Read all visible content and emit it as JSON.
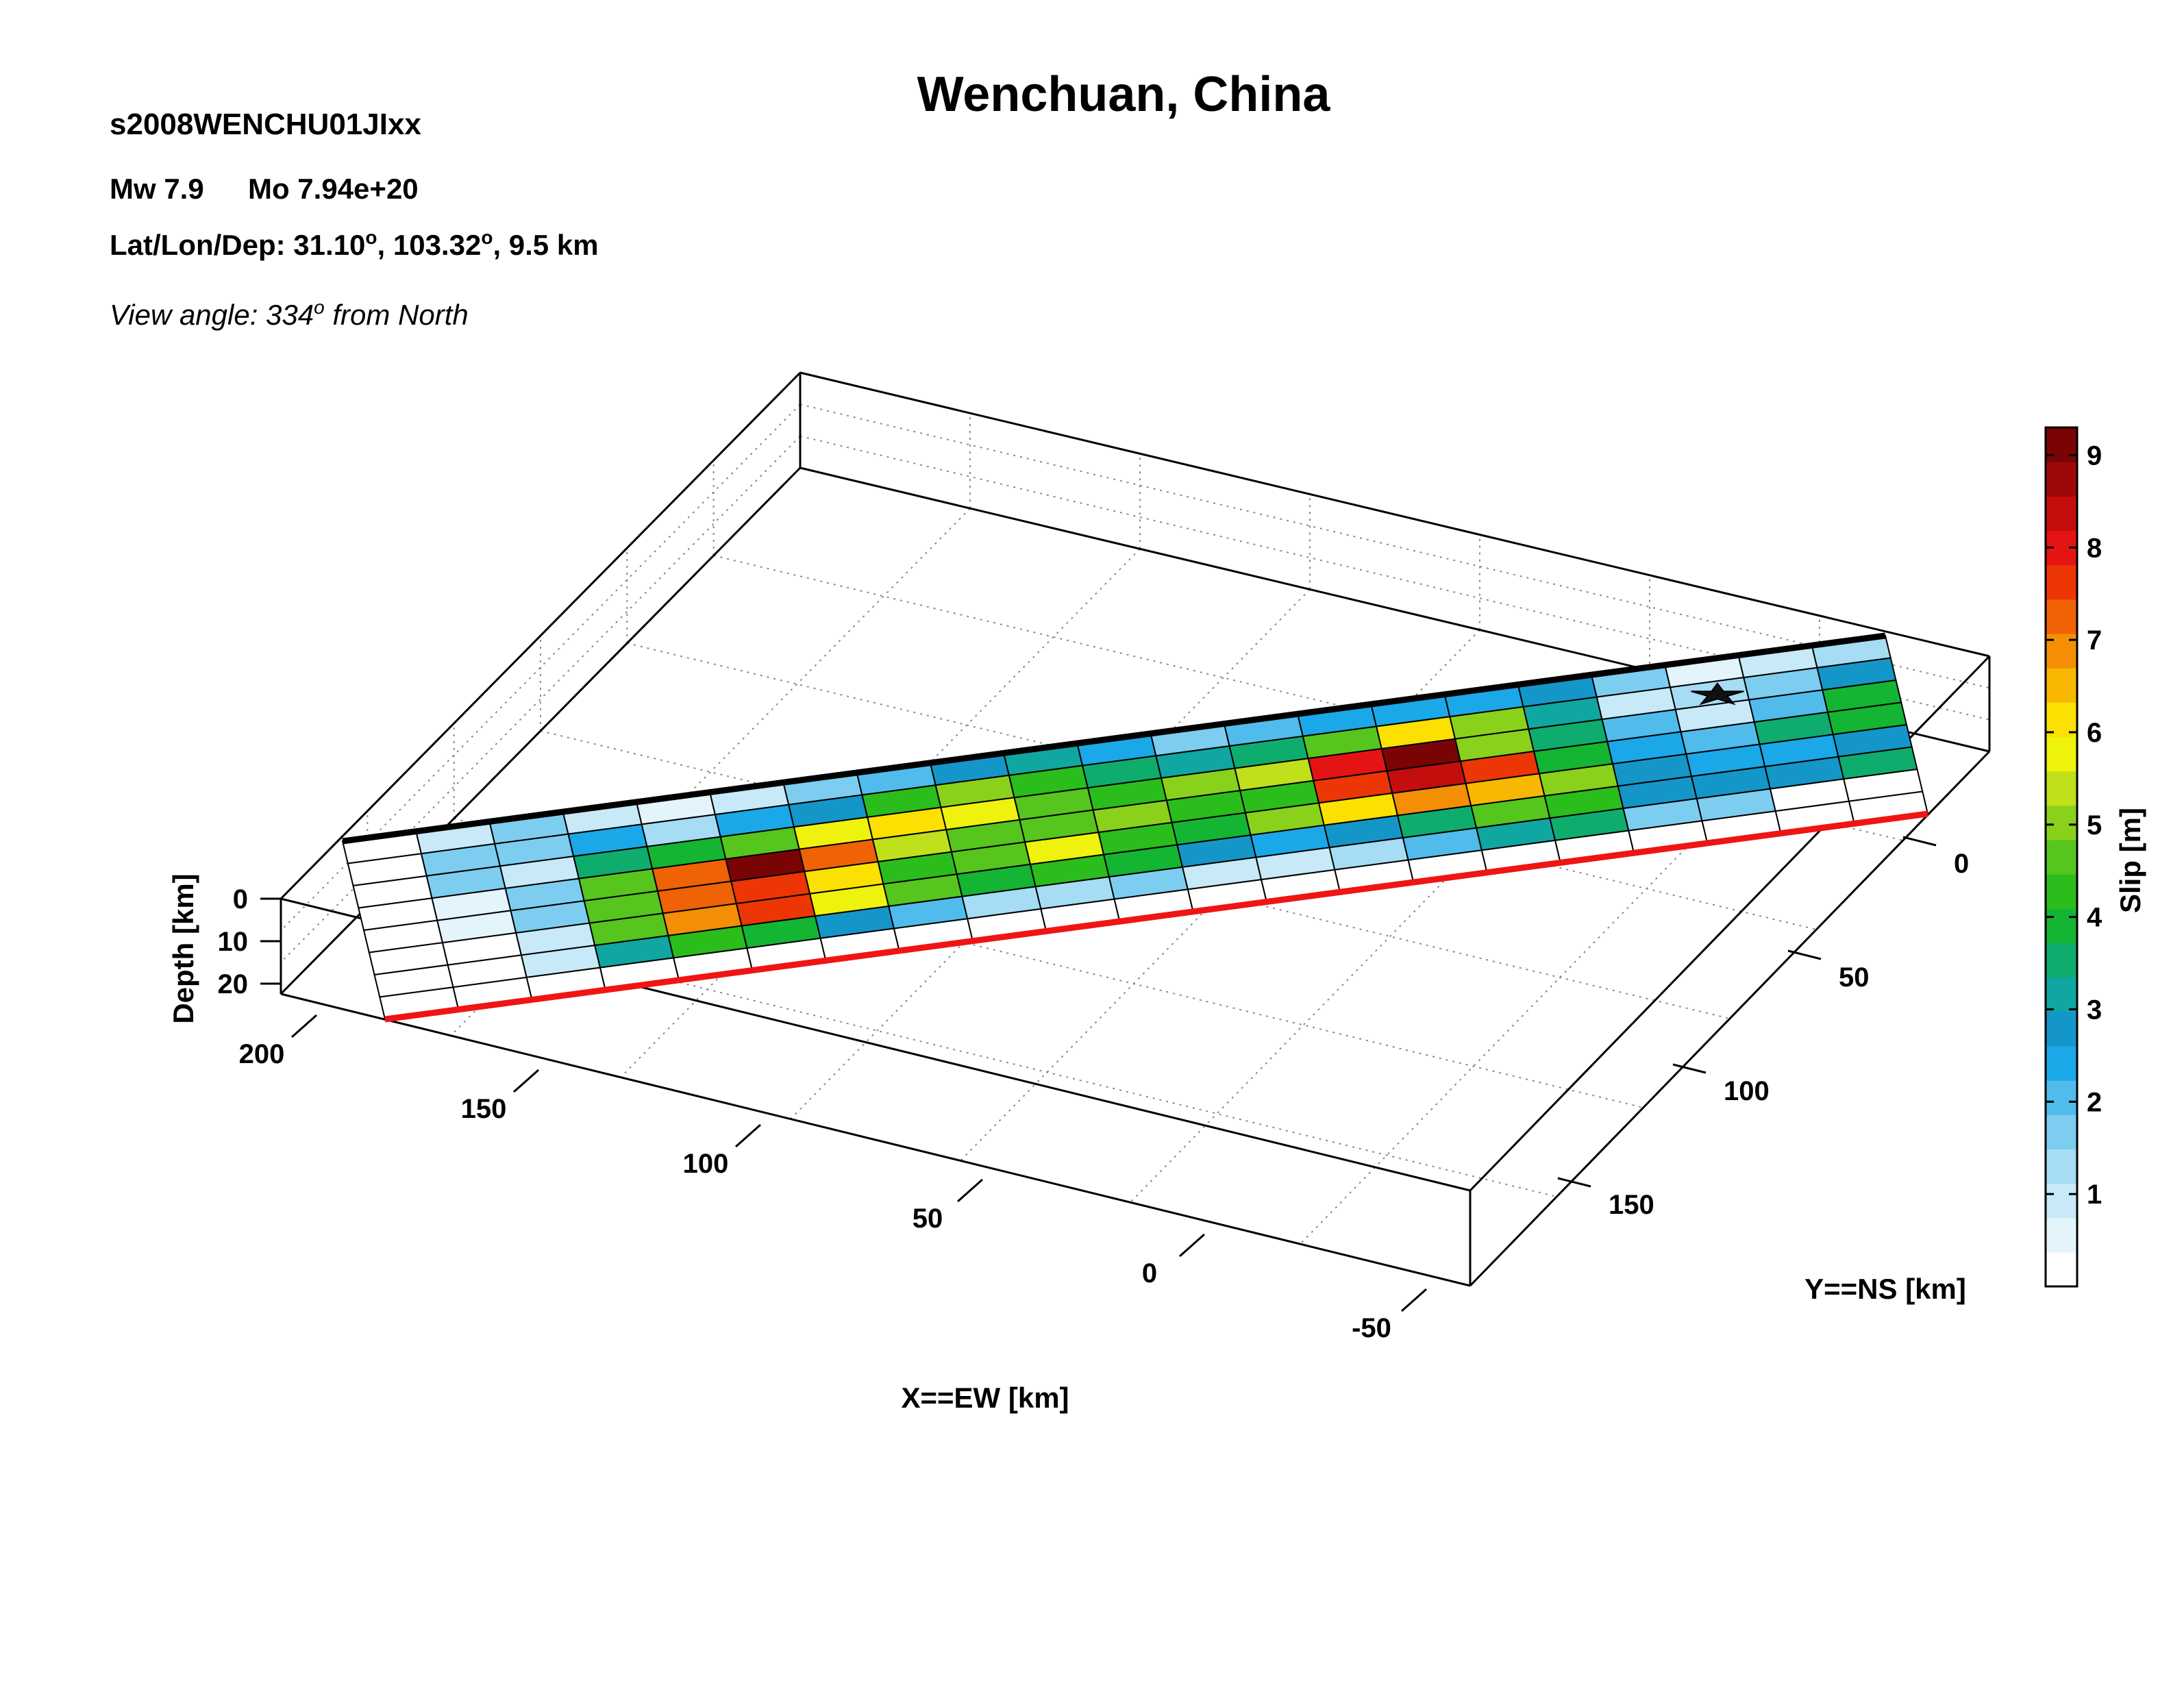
{
  "chart_data": {
    "type": "heatmap",
    "title": "Wenchuan, China",
    "event_id": "s2008WENCHU01JIxx",
    "magnitude_line": {
      "mw_label": "Mw 7.9",
      "mo_label": "Mo 7.94e+20"
    },
    "location_line": {
      "prefix": "Lat/Lon/Dep: 31.10",
      "lon": ", 103.32",
      "dep": ", 9.5 km",
      "degree_mark": "o"
    },
    "view_line": {
      "prefix": "View angle: 334",
      "suffix": " from North",
      "degree_mark": "o"
    },
    "axes": {
      "x": {
        "label": "X==EW [km]",
        "ticks": [
          "200",
          "150",
          "100",
          "50",
          "0",
          "-50"
        ]
      },
      "y": {
        "label": "Y==NS [km]",
        "ticks": [
          "0",
          "50",
          "100",
          "150"
        ]
      },
      "z": {
        "label": "Depth [km]",
        "ticks": [
          "0",
          "10",
          "20"
        ]
      }
    },
    "colorbar": {
      "label": "Slip [m]",
      "ticks": [
        "1",
        "2",
        "3",
        "4",
        "5",
        "6",
        "7",
        "8",
        "9"
      ],
      "range": [
        0,
        9.3
      ],
      "colors": [
        "#ffffff",
        "#e4f4fb",
        "#c8e9f7",
        "#a6dcf4",
        "#7dcdf0",
        "#4fbcec",
        "#1aa8e8",
        "#1596c8",
        "#10a6a2",
        "#0fad6d",
        "#14b533",
        "#2abd1c",
        "#56c51e",
        "#8ad11c",
        "#bfe01a",
        "#eef20c",
        "#fbe002",
        "#f8b802",
        "#f48e05",
        "#f06206",
        "#ec3605",
        "#e41414",
        "#c40d0d",
        "#9e0808",
        "#7a0404"
      ]
    },
    "slip_grid": {
      "rows": 8,
      "cols": 21,
      "row_order": "top edge (row 0) to bottom edge (row 7)",
      "col_order": "left end (col 0) to right end (col 20)",
      "values": [
        [
          0.0,
          0.6,
          1.5,
          0.9,
          0.3,
          0.9,
          1.5,
          2.1,
          2.7,
          3.0,
          2.4,
          1.6,
          1.8,
          2.3,
          2.2,
          2.4,
          2.6,
          1.5,
          0.2,
          0.7,
          1.3
        ],
        [
          0.0,
          1.5,
          1.5,
          2.4,
          1.0,
          2.4,
          2.9,
          4.2,
          5.1,
          4.2,
          3.5,
          3.0,
          3.4,
          4.7,
          6.1,
          5.0,
          3.1,
          0.9,
          1.1,
          1.7,
          2.6
        ],
        [
          0.0,
          1.5,
          0.6,
          3.5,
          4.0,
          4.8,
          5.8,
          6.2,
          5.8,
          4.8,
          4.3,
          4.9,
          5.6,
          8.3,
          9.3,
          5.2,
          3.6,
          2.1,
          0.8,
          2.0,
          3.7
        ],
        [
          0.0,
          0.3,
          1.6,
          4.8,
          7.2,
          9.3,
          7.5,
          5.3,
          4.8,
          4.7,
          5.1,
          4.4,
          4.1,
          7.7,
          8.5,
          7.8,
          4.0,
          2.4,
          2.1,
          3.3,
          3.8
        ],
        [
          0.0,
          0.2,
          1.4,
          4.6,
          7.4,
          7.7,
          6.2,
          4.2,
          4.5,
          5.9,
          4.3,
          3.7,
          5.1,
          6.1,
          7.1,
          6.7,
          5.0,
          2.8,
          2.5,
          2.4,
          2.6
        ],
        [
          0.0,
          0.0,
          0.7,
          4.8,
          6.9,
          7.9,
          5.9,
          4.7,
          4.0,
          4.1,
          3.8,
          2.8,
          2.5,
          2.8,
          3.6,
          4.5,
          4.1,
          2.8,
          2.6,
          2.9,
          3.5
        ],
        [
          0.0,
          0.0,
          0.6,
          3.1,
          4.3,
          3.9,
          2.7,
          2.1,
          1.3,
          1.2,
          1.5,
          0.9,
          0.6,
          1.3,
          2.1,
          3.0,
          3.4,
          1.6,
          1.4,
          0.0,
          0.0
        ],
        [
          0.0,
          0.0,
          0.0,
          0.0,
          0.0,
          0.0,
          0.0,
          0.0,
          0.0,
          0.0,
          0.0,
          0.0,
          0.0,
          0.0,
          0.0,
          0.0,
          0.0,
          0.0,
          0.0,
          0.0,
          0.0
        ]
      ]
    },
    "hypocenter": {
      "row": 1,
      "col": 18,
      "symbol": "star"
    },
    "grid": true
  }
}
